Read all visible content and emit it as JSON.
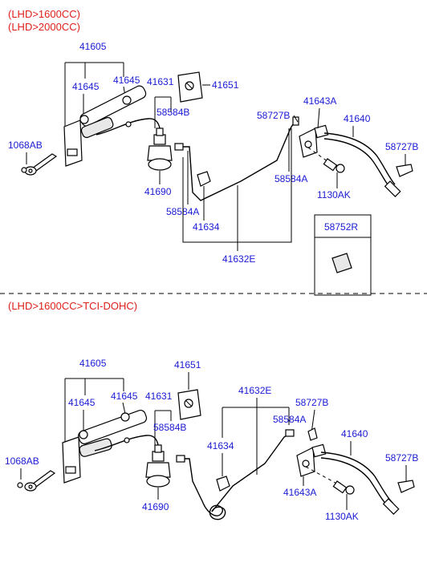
{
  "sections": {
    "top": {
      "headers": [
        "(LHD>1600CC)",
        "(LHD>2000CC)"
      ],
      "labels": {
        "l41605": "41605",
        "l41645a": "41645",
        "l41645b": "41645",
        "l41631": "41631",
        "l41651": "41651",
        "l58584b": "58584B",
        "l58727b_a": "58727B",
        "l41643a": "41643A",
        "l41640": "41640",
        "l58727b_b": "58727B",
        "l1068ab": "1068AB",
        "l41690": "41690",
        "l58584a_a": "58584A",
        "l1130ak": "1130AK",
        "l58584a_b": "58584A",
        "l41634": "41634",
        "l41632e": "41632E",
        "l58752r": "58752R"
      }
    },
    "bottom": {
      "headers": [
        "(LHD>1600CC>TCI-DOHC)"
      ],
      "labels": {
        "l41605": "41605",
        "l41651": "41651",
        "l41645a": "41645",
        "l41645b": "41645",
        "l41631": "41631",
        "l41632e": "41632E",
        "l58727b_a": "58727B",
        "l58584a": "58584A",
        "l58584b": "58584B",
        "l41634": "41634",
        "l41640": "41640",
        "l1068ab": "1068AB",
        "l58727b_b": "58727B",
        "l41643a": "41643A",
        "l41690": "41690",
        "l1130ak": "1130AK"
      }
    }
  },
  "colors": {
    "header": "#e0201a",
    "label": "#1a1ad6",
    "line": "#000000"
  }
}
